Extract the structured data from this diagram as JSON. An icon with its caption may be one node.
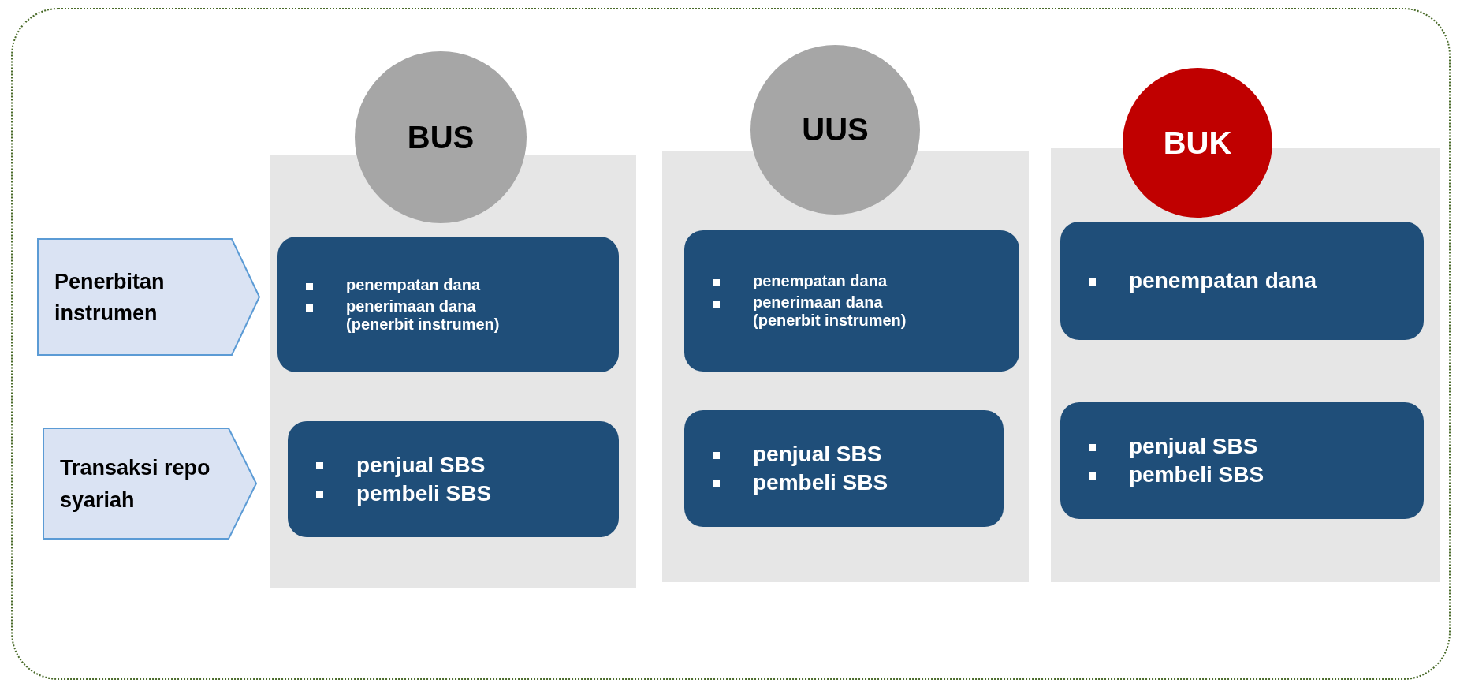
{
  "diagram": {
    "nodes": [
      {
        "text": [
          "Penerbitan instrumen"
        ]
      },
      {
        "text": [
          "Transaksi repo syariah"
        ]
      },
      {
        "text": [
          "BUS"
        ]
      },
      {
        "text": [],
        "shape": "box"
      },
      {
        "text": [
          "penempatan dana",
          "penerimaan dana (penerbit instrumen)"
        ],
        "in": 3
      },
      {
        "text": [
          "penjual SBS",
          "pembeli SBS"
        ],
        "in": 3
      },
      {
        "text": [
          "UUS"
        ]
      },
      {
        "text": [],
        "shape": "box"
      },
      {
        "text": [
          "penempatan dana",
          "penerimaan dana (penerbit instrumen)"
        ],
        "in": 7
      },
      {
        "text": [
          "penjual SBS",
          "pembeli SBS"
        ],
        "in": 7
      },
      {
        "text": [
          "BUK"
        ]
      },
      {
        "text": [],
        "shape": "box"
      },
      {
        "text": [
          "penempatan dana"
        ],
        "in": 11
      },
      {
        "text": [
          "penjual SBS",
          "pembeli SBS"
        ],
        "in": 11
      }
    ]
  }
}
